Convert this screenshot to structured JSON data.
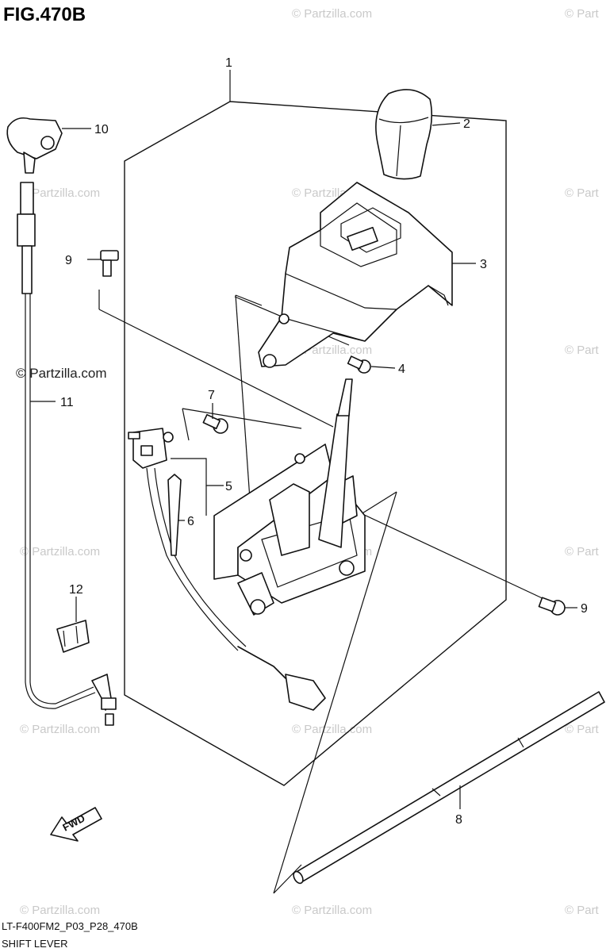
{
  "figure": {
    "title": "FIG.470B"
  },
  "footer": {
    "code": "LT-F400FM2_P03_P28_470B",
    "caption": "SHIFT LEVER"
  },
  "watermarks": {
    "text": "© Partzilla.com",
    "text_short": "© Part",
    "featured": "© Partzilla.com"
  },
  "fwd_arrow": {
    "text": "FWD"
  },
  "callouts": [
    {
      "num": "1"
    },
    {
      "num": "2"
    },
    {
      "num": "3"
    },
    {
      "num": "4"
    },
    {
      "num": "5"
    },
    {
      "num": "6"
    },
    {
      "num": "7"
    },
    {
      "num": "8"
    },
    {
      "num": "9"
    },
    {
      "num": "9"
    },
    {
      "num": "10"
    },
    {
      "num": "11"
    },
    {
      "num": "12"
    }
  ]
}
